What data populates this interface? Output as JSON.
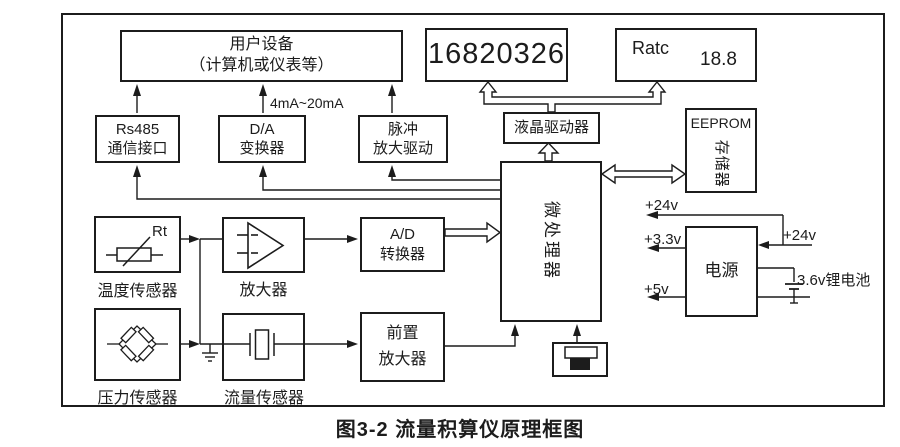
{
  "caption": "图3-2 流量积算仪原理框图",
  "boxes": {
    "user_device": {
      "line1": "用户设备",
      "line2": "（计算机或仪表等）"
    },
    "display_total": {
      "value": "16820326"
    },
    "display_ratc": {
      "label": "Ratc",
      "value": "18.8"
    },
    "rs485": {
      "line1": "Rs485",
      "line2": "通信接口"
    },
    "da_converter": {
      "line1": "D/A",
      "line2": "变换器"
    },
    "pulse_driver": {
      "line1": "脉冲",
      "line2": "放大驱动"
    },
    "lcd_driver": {
      "label": "液晶驱动器"
    },
    "eeprom": {
      "line1": "EEPROM",
      "line2": "存储器"
    },
    "microprocessor": {
      "label": "微处理器"
    },
    "temp_sensor": {
      "symbol": "Rt",
      "caption": "温度传感器"
    },
    "amplifier": {
      "caption": "放大器"
    },
    "ad_converter": {
      "line1": "A/D",
      "line2": "转换器"
    },
    "pressure_sensor": {
      "caption": "压力传感器"
    },
    "flow_sensor": {
      "caption": "流量传感器"
    },
    "preamp": {
      "line1": "前置",
      "line2": "放大器"
    },
    "power": {
      "label": "电源"
    }
  },
  "labels": {
    "current_loop": "4mA~20mA",
    "rail_24v_out": "+24v",
    "rail_24v_in": "+24v",
    "rail_3_3v": "+3.3v",
    "rail_5v": "+5v",
    "battery": "3.6v锂电池"
  },
  "icons": {
    "temp_sensor": "thermistor-icon",
    "amplifier": "opamp-icon",
    "pressure_sensor": "wheatstone-bridge-icon",
    "flow_sensor": "crystal-icon",
    "flow_ground": "ground-icon",
    "power_battery": "battery-icon",
    "keypad": "pushbutton-icon"
  },
  "colors": {
    "line": "#1c1c1c",
    "background": "#ffffff"
  }
}
